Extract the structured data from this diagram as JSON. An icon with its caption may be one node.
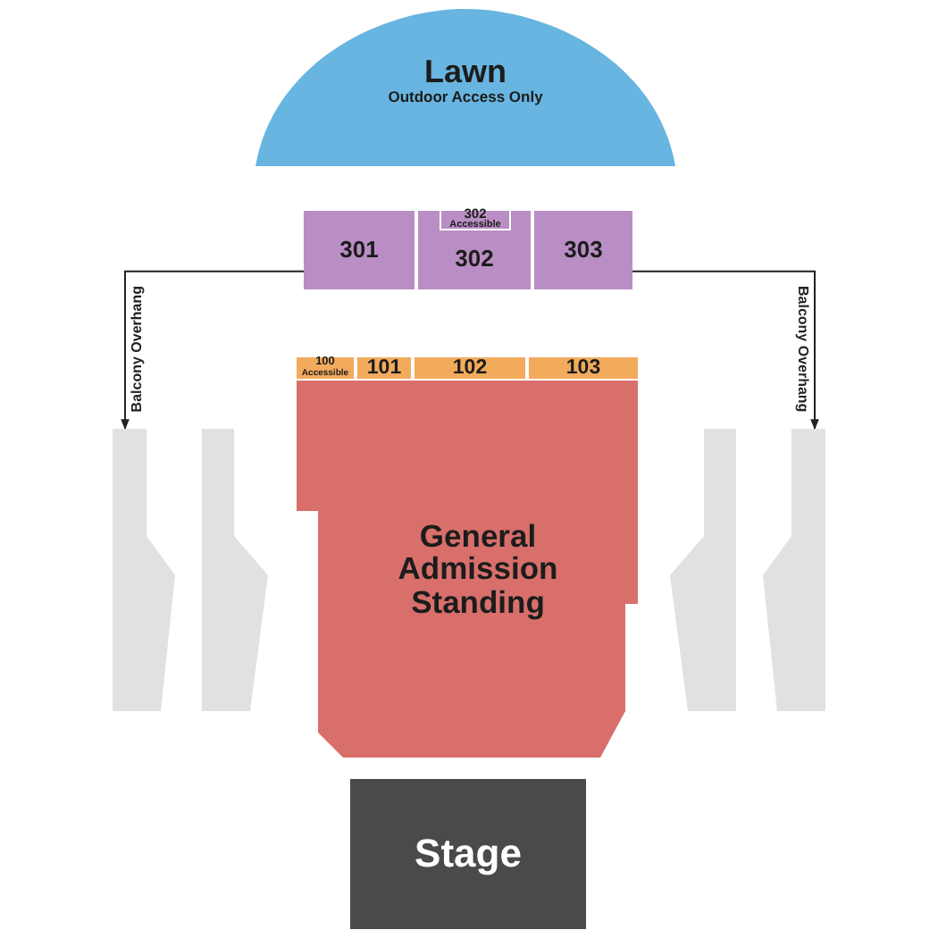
{
  "diagram": {
    "nodes": [
      {
        "text": [
          "Lawn",
          "Outdoor Access Only"
        ]
      },
      {
        "text": [
          "301"
        ]
      },
      {
        "text": [
          "302"
        ]
      },
      {
        "text": [
          "302",
          "Accessible"
        ],
        "in": 2
      },
      {
        "text": [
          "303"
        ]
      },
      {
        "text": [
          "100",
          "Accessible"
        ]
      },
      {
        "text": [
          "101"
        ]
      },
      {
        "text": [
          "102"
        ]
      },
      {
        "text": [
          "103"
        ]
      },
      {
        "text": [
          "General Admission Standing"
        ]
      },
      {
        "text": [
          "Stage"
        ]
      },
      {
        "text": [],
        "shape": "box"
      },
      {
        "text": [],
        "shape": "box"
      },
      {
        "text": [],
        "shape": "box"
      },
      {
        "text": [],
        "shape": "box"
      }
    ],
    "edges": [
      {
        "from": 1,
        "to": 11,
        "arrow": "to",
        "label": "Balcony Overhang"
      },
      {
        "from": 4,
        "to": 14,
        "arrow": "to",
        "label": "Balcony Overhang"
      }
    ]
  }
}
